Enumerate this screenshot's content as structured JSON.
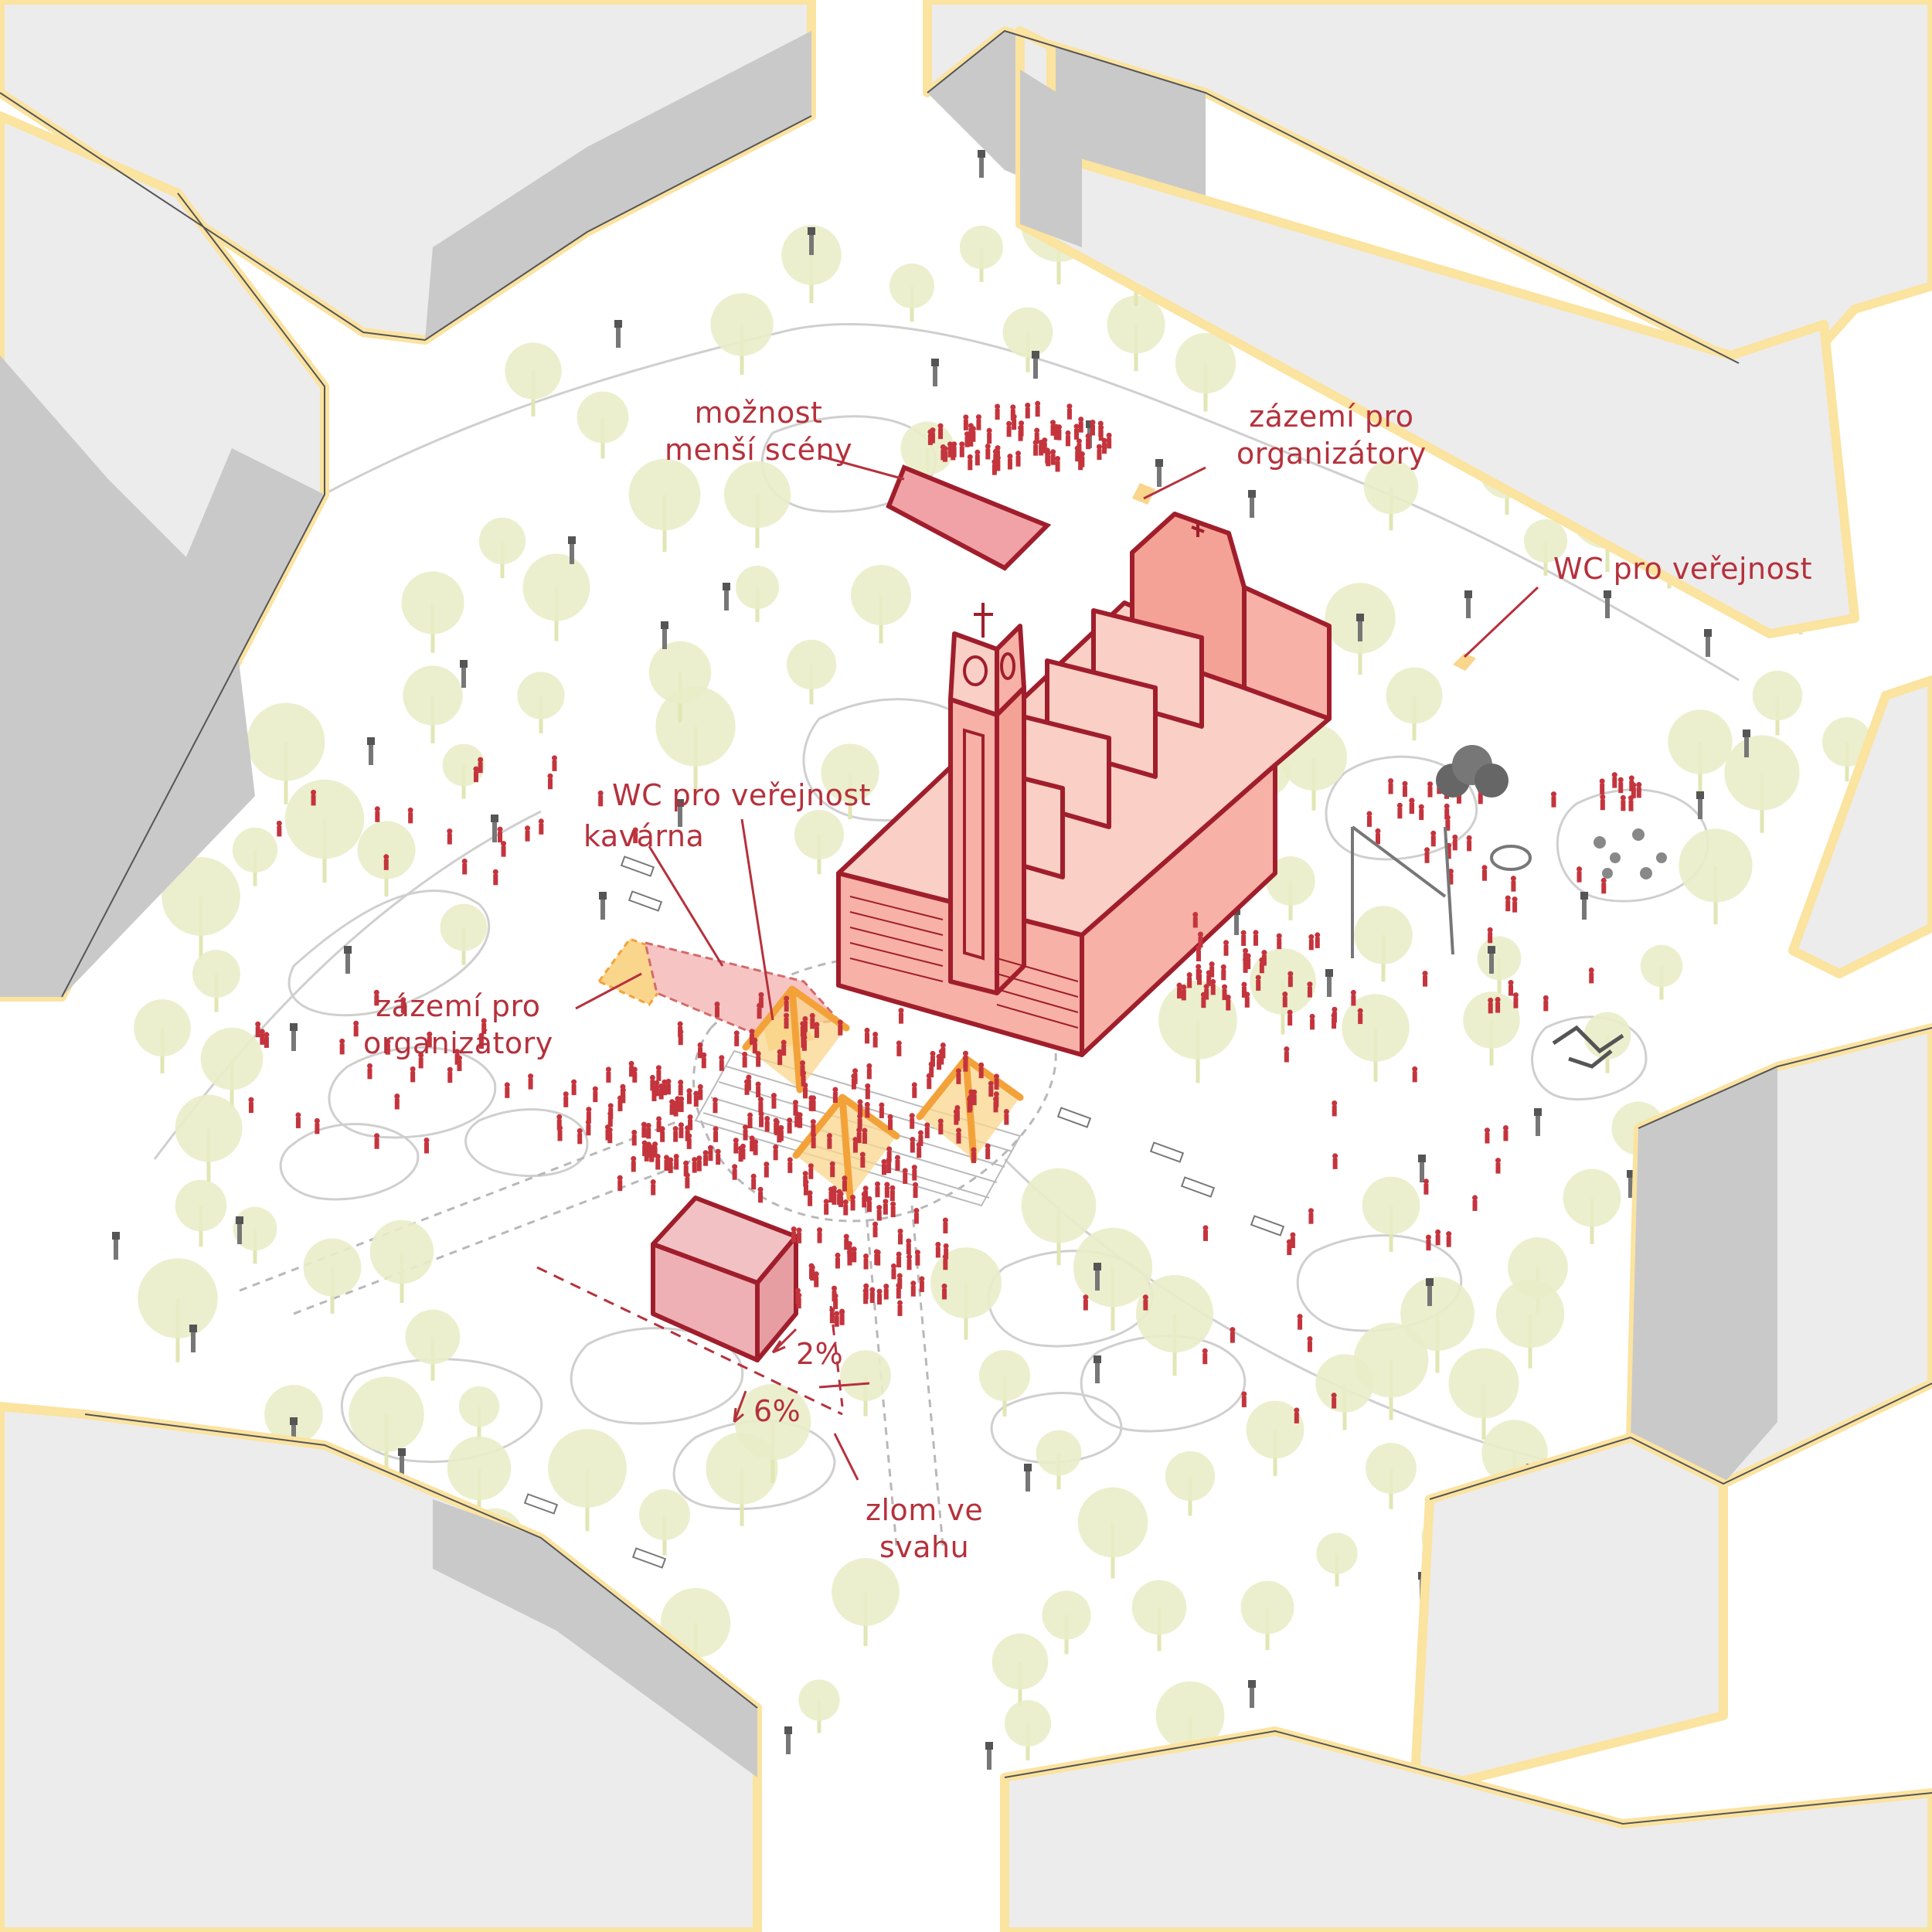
{
  "annotations": {
    "stage_option": {
      "line1": "možnost",
      "line2": "menší scény"
    },
    "organizers_north": {
      "line1": "zázemí pro",
      "line2": "organizátory"
    },
    "wc_east": {
      "text": "WC pro veřejnost"
    },
    "wc_center": {
      "text": "WC pro veřejnost"
    },
    "cafe": {
      "text": "kavárna"
    },
    "organizers_west": {
      "line1": "zázemí pro",
      "line2": "organizátory"
    },
    "slope_2": {
      "text": "2%"
    },
    "slope_6": {
      "text": "6%"
    },
    "slope_break": {
      "line1": "zlom ve",
      "line2": "svahu"
    }
  },
  "colors": {
    "annotation_text": "#b5313c",
    "building_fill": "#ececec",
    "building_shade": "#c9c9c9",
    "building_outline": "#fbe3a0",
    "tree": "#e9edc8",
    "church_fill": "#f7b1a6",
    "church_outline": "#a01e2c",
    "people": "#c4343d",
    "tent": "#f3a23a"
  }
}
